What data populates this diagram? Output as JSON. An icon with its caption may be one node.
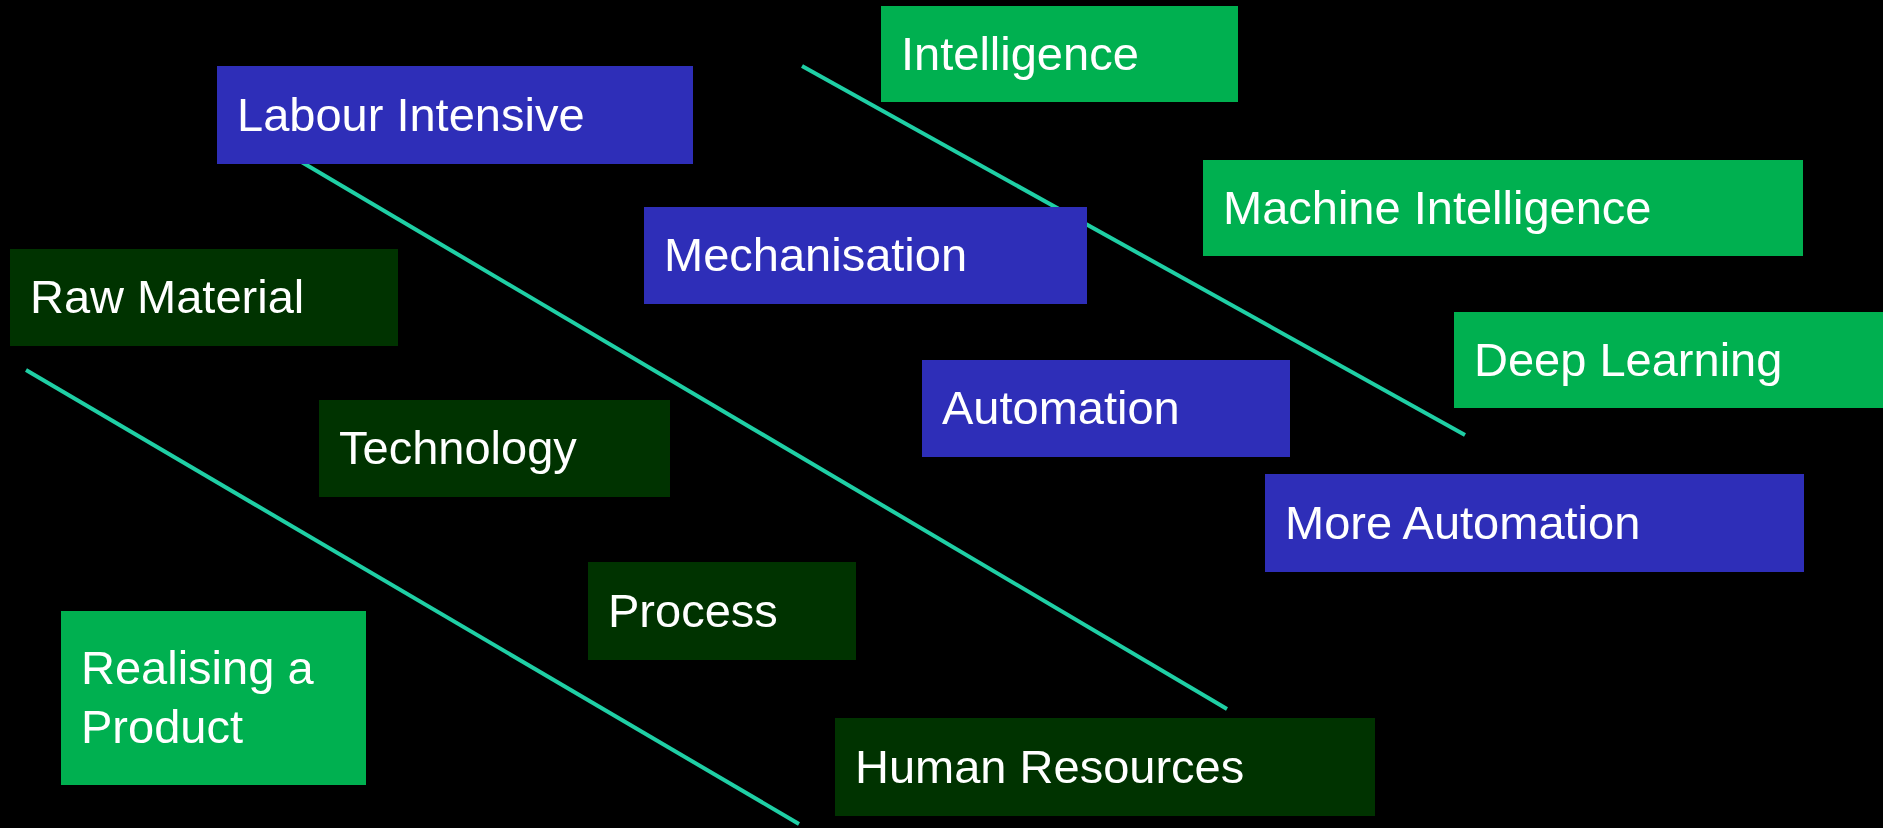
{
  "diagram": {
    "nodes": [
      {
        "text": [
          "Intelligence"
        ]
      },
      {
        "text": [
          "Labour Intensive"
        ]
      },
      {
        "text": [
          "Machine Intelligence"
        ]
      },
      {
        "text": [
          "Mechanisation"
        ]
      },
      {
        "text": [
          "Raw Material"
        ]
      },
      {
        "text": [
          "Deep Learning"
        ]
      },
      {
        "text": [
          "Automation"
        ]
      },
      {
        "text": [
          "Technology"
        ]
      },
      {
        "text": [
          "More Automation"
        ]
      },
      {
        "text": [
          "Process"
        ]
      },
      {
        "text": [
          "Realising a Product"
        ]
      },
      {
        "text": [
          "Human Resources"
        ]
      }
    ]
  }
}
